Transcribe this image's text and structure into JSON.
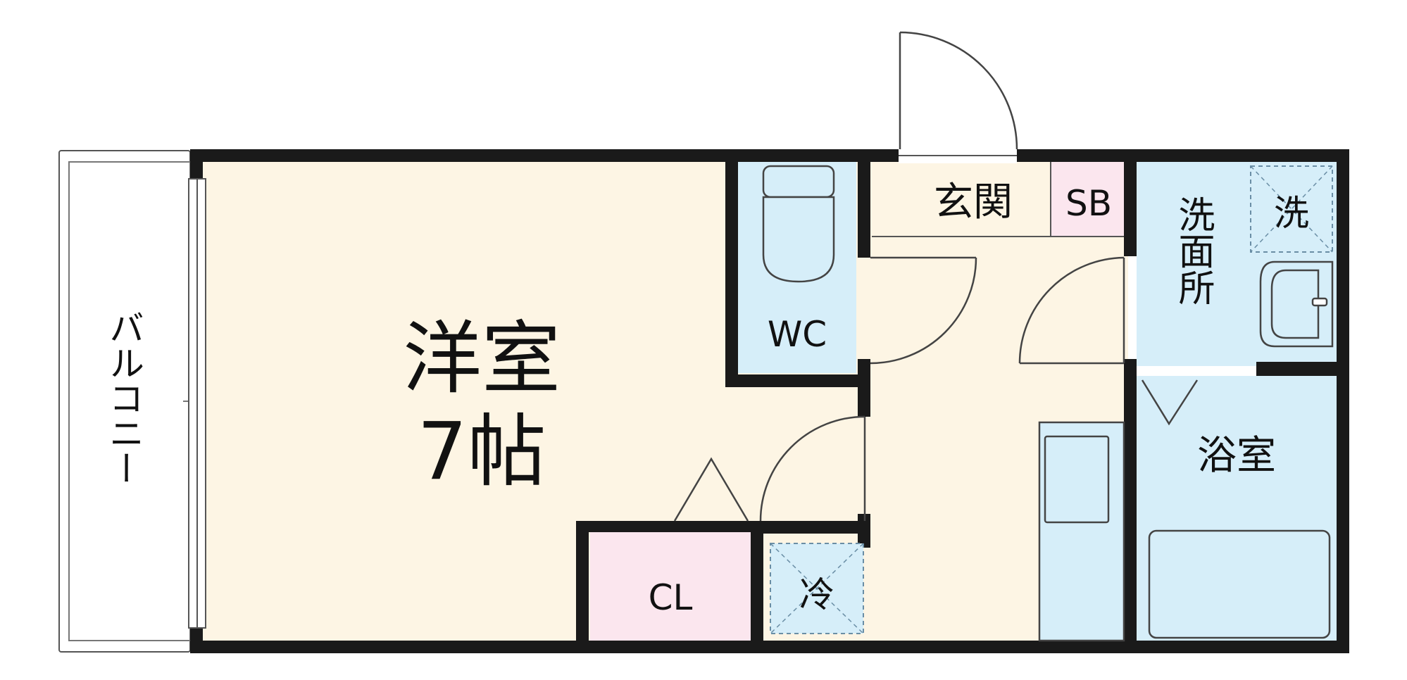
{
  "rooms": {
    "western_room": {
      "name": "洋室",
      "size": "7帖"
    },
    "balcony": {
      "name": "バルコニー"
    },
    "wc": {
      "name": "WC"
    },
    "entrance": {
      "name": "玄関"
    },
    "shoe_box": {
      "name": "SB"
    },
    "washroom": {
      "name": "洗面所"
    },
    "washer": {
      "name": "洗"
    },
    "bathroom": {
      "name": "浴室"
    },
    "closet": {
      "name": "CL"
    },
    "fridge": {
      "name": "冷"
    }
  },
  "colors": {
    "wall": "#1a1a1a",
    "floor": "#fdf5e4",
    "wet_area": "#d6eef9",
    "closet": "#fbe6ee",
    "fixture_line": "#4a4a4a",
    "dashed": "#6a8ea5"
  }
}
